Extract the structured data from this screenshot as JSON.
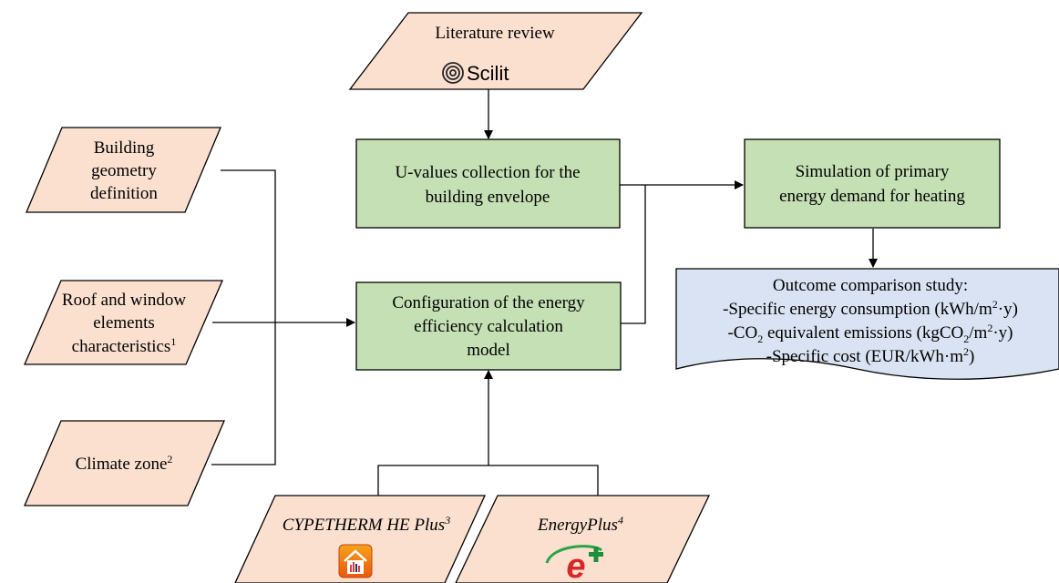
{
  "nodes": {
    "literature": {
      "title": "Literature review",
      "logo_text": "Scilit"
    },
    "building_geometry": {
      "lines": [
        "Building",
        "geometry",
        "definition"
      ]
    },
    "roof_window": {
      "lines": [
        "Roof and window",
        "elements"
      ],
      "last_line": "characteristics",
      "last_sup": "1"
    },
    "climate": {
      "text": "Climate zone",
      "sup": "2"
    },
    "uvalues": {
      "lines": [
        "U-values collection for the",
        "building envelope"
      ]
    },
    "configuration": {
      "lines": [
        "Configuration of the energy",
        "efficiency calculation",
        "model"
      ]
    },
    "simulation": {
      "lines": [
        "Simulation of primary",
        "energy demand for heating"
      ]
    },
    "cypetherm": {
      "text": "CYPETHERM HE Plus",
      "sup": "3"
    },
    "energyplus": {
      "text": "EnergyPlus",
      "sup": "4"
    },
    "outcome": {
      "title": "Outcome comparison study:",
      "line1": "-Specific energy consumption (kWh/m",
      "line1_sup": "2",
      "line1_end": "·y)",
      "line2_a": "-CO",
      "line2_sub": "2",
      "line2_b": " equivalent emissions (kgCO",
      "line2_sub2": "2",
      "line2_c": "/m",
      "line2_sup": "2",
      "line2_d": "·y)",
      "line3": "-Specific cost (EUR/kWh·m",
      "line3_sup": "2",
      "line3_end": ")"
    }
  },
  "colors": {
    "input_fill": "#fbe0cf",
    "process_fill": "#c5e0b4",
    "document_fill": "#dae3f3",
    "stroke": "#000000"
  },
  "icons": [
    "scilit-logo-icon",
    "cypetherm-app-icon",
    "energyplus-logo-icon"
  ]
}
